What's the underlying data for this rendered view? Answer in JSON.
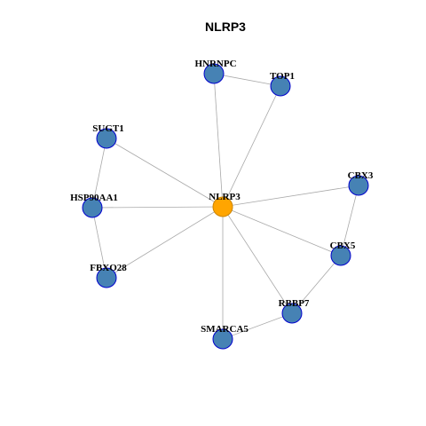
{
  "title": "NLRP3",
  "colors": {
    "hub_fill": "#ffa500",
    "hub_stroke": "#cc8400",
    "node_fill": "#4682b4",
    "node_stroke": "#0000cd",
    "edge": "#a9a9a9"
  },
  "nodes": [
    {
      "id": "NLRP3",
      "label": "NLRP3",
      "hub": true
    },
    {
      "id": "HNRNPC",
      "label": "HNRNPC",
      "hub": false
    },
    {
      "id": "TOP1",
      "label": "TOP1",
      "hub": false
    },
    {
      "id": "SUGT1",
      "label": "SUGT1",
      "hub": false
    },
    {
      "id": "HSP90AA1",
      "label": "HSP90AA1",
      "hub": false
    },
    {
      "id": "FBXO28",
      "label": "FBXO28",
      "hub": false
    },
    {
      "id": "CBX3",
      "label": "CBX3",
      "hub": false
    },
    {
      "id": "CBX5",
      "label": "CBX5",
      "hub": false
    },
    {
      "id": "RBBP7",
      "label": "RBBP7",
      "hub": false
    },
    {
      "id": "SMARCA5",
      "label": "SMARCA5",
      "hub": false
    }
  ],
  "edges": [
    [
      "NLRP3",
      "HNRNPC"
    ],
    [
      "NLRP3",
      "TOP1"
    ],
    [
      "NLRP3",
      "SUGT1"
    ],
    [
      "NLRP3",
      "HSP90AA1"
    ],
    [
      "NLRP3",
      "FBXO28"
    ],
    [
      "NLRP3",
      "CBX3"
    ],
    [
      "NLRP3",
      "CBX5"
    ],
    [
      "NLRP3",
      "RBBP7"
    ],
    [
      "NLRP3",
      "SMARCA5"
    ],
    [
      "HNRNPC",
      "TOP1"
    ],
    [
      "SUGT1",
      "HSP90AA1"
    ],
    [
      "HSP90AA1",
      "FBXO28"
    ],
    [
      "CBX3",
      "CBX5"
    ],
    [
      "CBX5",
      "RBBP7"
    ],
    [
      "RBBP7",
      "SMARCA5"
    ]
  ]
}
